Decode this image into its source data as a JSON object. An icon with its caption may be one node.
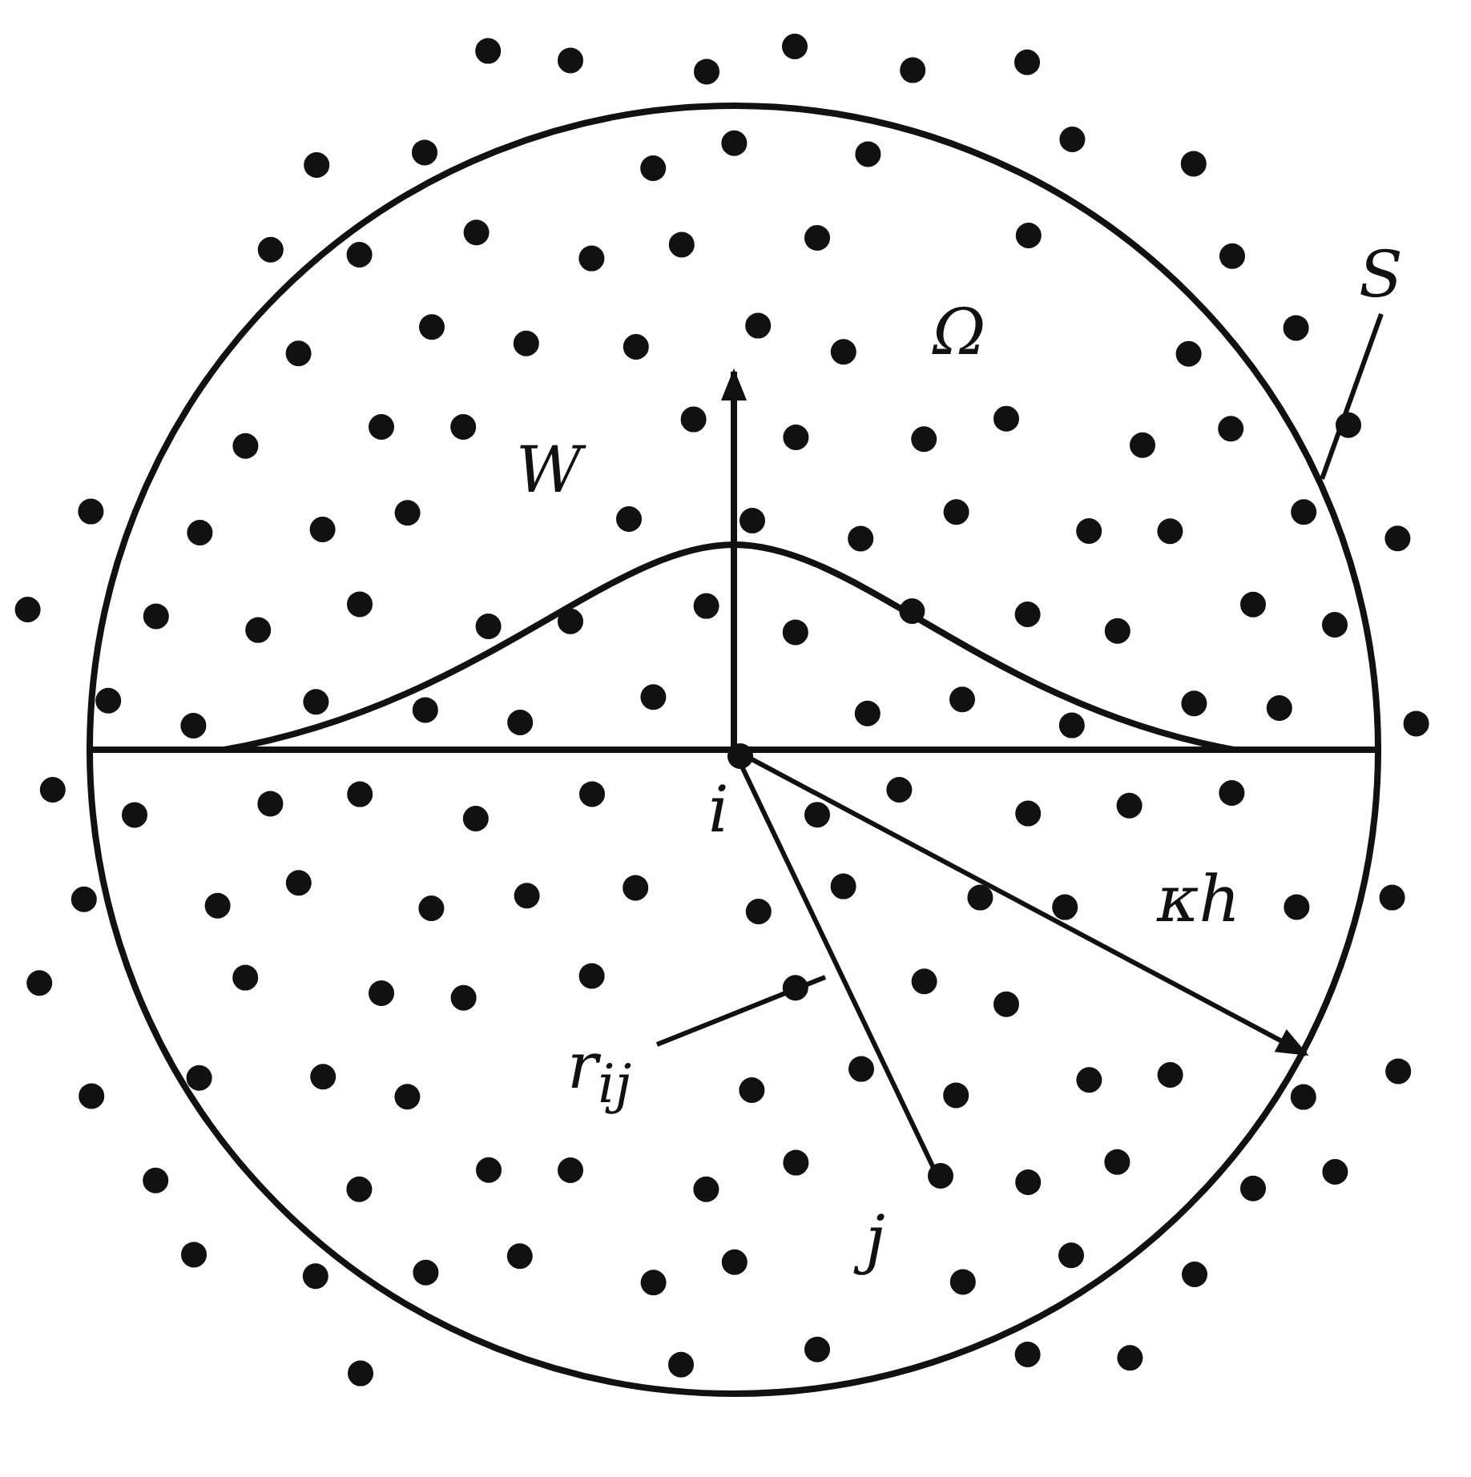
{
  "diagram": {
    "nodes": [
      {
        "text": [
          "Ω"
        ]
      },
      {
        "text": [
          "S"
        ]
      },
      {
        "text": [
          "i"
        ],
        "in": 0
      },
      {
        "text": [
          "r$_{ij}$"
        ],
        "in": 0
      },
      {
        "text": [
          "j"
        ],
        "in": 0
      }
    ],
    "edges": [
      {
        "from": 1,
        "to": 0,
        "arrow": "none"
      },
      {
        "from": 2,
        "to": 4,
        "arrow": "none"
      },
      {
        "from": 2,
        "to": 0,
        "arrow": "to",
        "label": "κh"
      },
      {
        "from": 3,
        "to": null,
        "arrow": "none"
      }
    ],
    "labels": [
      "W"
    ]
  }
}
